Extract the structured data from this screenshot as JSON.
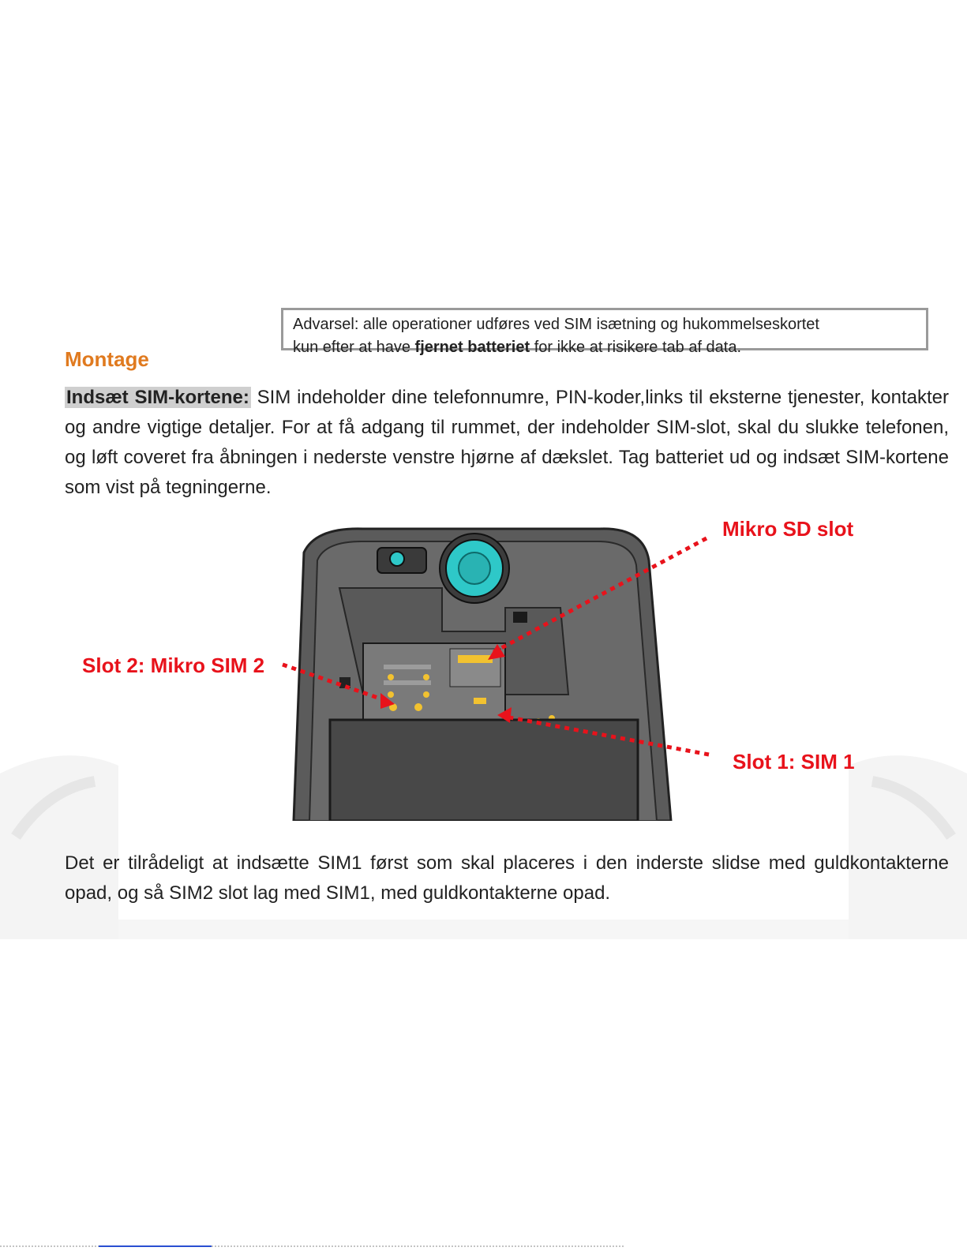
{
  "warning": {
    "line1": "Advarsel: alle operationer udføres ved SIM isætning og hukommelseskortet",
    "line2_prefix": "kun efter at have ",
    "line2_bold": "fjernet batteriet",
    "line2_suffix": " for ikke at risikere tab af data."
  },
  "section": {
    "title": "Montage"
  },
  "intro": {
    "lead": "Indsæt SIM-kortene:",
    "text": " SIM indeholder dine telefonnumre, PIN-koder,links til eksterne tjenester, kontakter og andre vigtige detaljer. For at få adgang til rummet, der indeholder SIM-slot, skal du slukke telefonen, og løft coveret fra åbningen i nederste venstre hjørne af dækslet. Tag batteriet ud og indsæt SIM-kortene som vist på tegningerne."
  },
  "diagram": {
    "callout_sd": "Mikro SD slot",
    "callout_sim2": "Slot 2: Mikro SIM 2",
    "callout_sim1": "Slot 1: SIM 1",
    "callout_color": "#e8121b",
    "lens_color": "#2ec8c8",
    "contact_color": "#f2c230"
  },
  "note": {
    "text": "Det er tilrådeligt at indsætte SIM1 først som skal placeres i den inderste slidse med guldkontakterne opad, og så SIM2 slot lag med SIM1, med guldkontakterne opad."
  },
  "colors": {
    "accent": "#e07a1f",
    "lead_bg": "#cfcfcf"
  }
}
